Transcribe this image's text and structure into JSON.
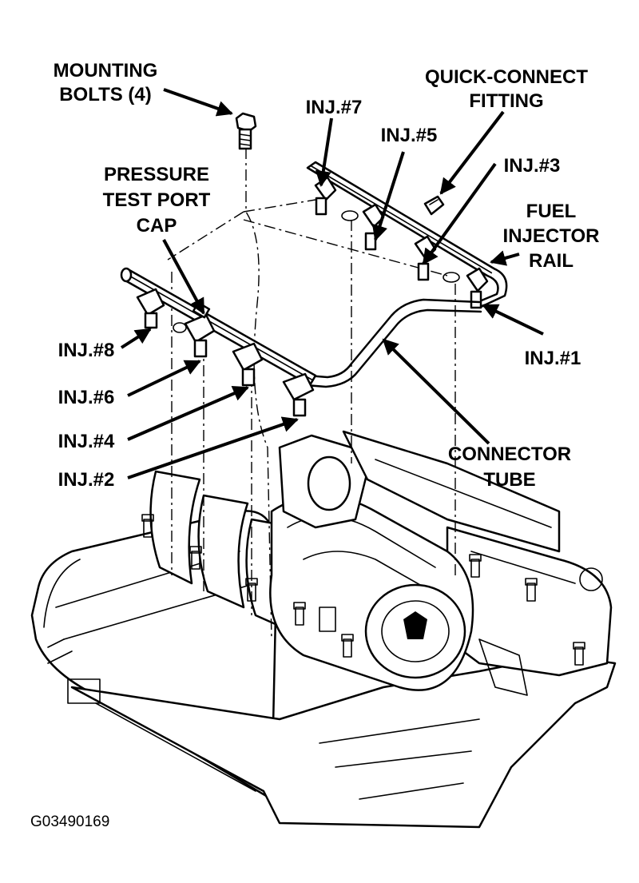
{
  "labels": {
    "mounting_bolts": [
      "MOUNTING",
      "BOLTS (4)"
    ],
    "quick_connect": [
      "QUICK-CONNECT",
      "FITTING"
    ],
    "pressure_test": [
      "PRESSURE",
      "TEST PORT",
      "CAP"
    ],
    "fuel_rail": [
      "FUEL",
      "INJECTOR",
      "RAIL"
    ],
    "connector_tube": [
      "CONNECTOR",
      "TUBE"
    ],
    "inj7": "INJ.#7",
    "inj5": "INJ.#5",
    "inj3": "INJ.#3",
    "inj1": "INJ.#1",
    "inj8": "INJ.#8",
    "inj6": "INJ.#6",
    "inj4": "INJ.#4",
    "inj2": "INJ.#2"
  },
  "figure_id": "G03490169"
}
